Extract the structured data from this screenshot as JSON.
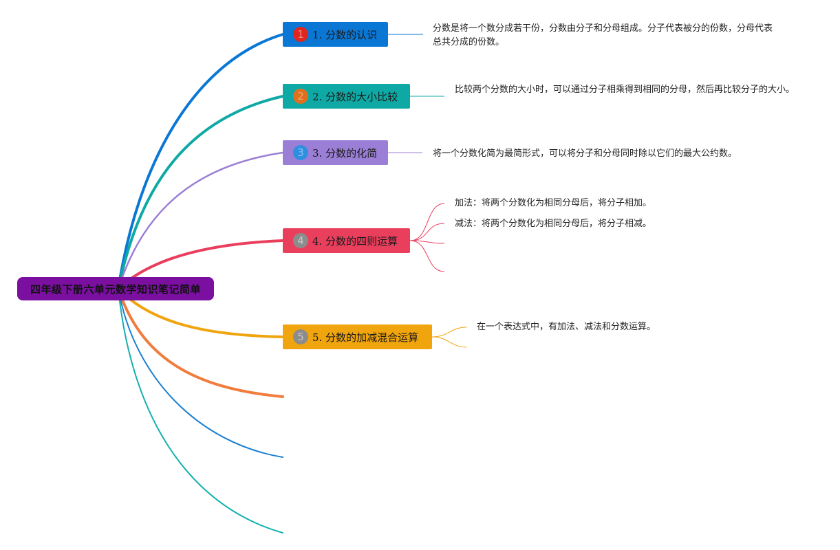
{
  "root": {
    "title": "四年级下册六单元数学知识笔记简单",
    "color": "#7a0fa0"
  },
  "topics": [
    {
      "id": 1,
      "badge": "1",
      "label": "1. 分数的认识",
      "color": "#0a77d5",
      "badge_color": "#e0261f",
      "badge_text_color": "#f08a86",
      "notes": [
        "分数是将一个数分成若干份，分数由分子和分母组成。分子代表被分的份数，分母代表总共分成的份数。"
      ]
    },
    {
      "id": 2,
      "badge": "2",
      "label": "2. 分数的大小比较",
      "color": "#0fa9a5",
      "badge_color": "#e1701e",
      "badge_text_color": "#f0a56a",
      "notes": [
        "比较两个分数的大小时，可以通过分子相乘得到相同的分母，然后再比较分子的大小。"
      ]
    },
    {
      "id": 3,
      "badge": "3",
      "label": "3. 分数的化简",
      "color": "#9b7fd6",
      "badge_color": "#2e8fe0",
      "badge_text_color": "#8cc3f3",
      "notes": [
        "将一个分数化简为最简形式，可以将分子和分母同时除以它们的最大公约数。"
      ]
    },
    {
      "id": 4,
      "badge": "4",
      "label": "4. 分数的四则运算",
      "color": "#ea3e5d",
      "badge_color": "#8c8c8c",
      "badge_text_color": "#c8c8c8",
      "notes": [
        "加法：将两个分数化为相同分母后，将分子相加。",
        "减法：将两个分数化为相同分母后，将分子相减。",
        "",
        ""
      ]
    },
    {
      "id": 5,
      "badge": "5",
      "label": "5. 分数的加减混合运算",
      "color": "#f0a40d",
      "badge_color": "#8c8c8c",
      "badge_text_color": "#c8c8c8",
      "notes": [
        "在一个表达式中，有加法、减法和分数运算。",
        ""
      ]
    }
  ],
  "empty_branches": [
    {
      "color": "#f07c3e"
    },
    {
      "color": "#1a7fd0"
    },
    {
      "color": "#14b0b0"
    }
  ]
}
